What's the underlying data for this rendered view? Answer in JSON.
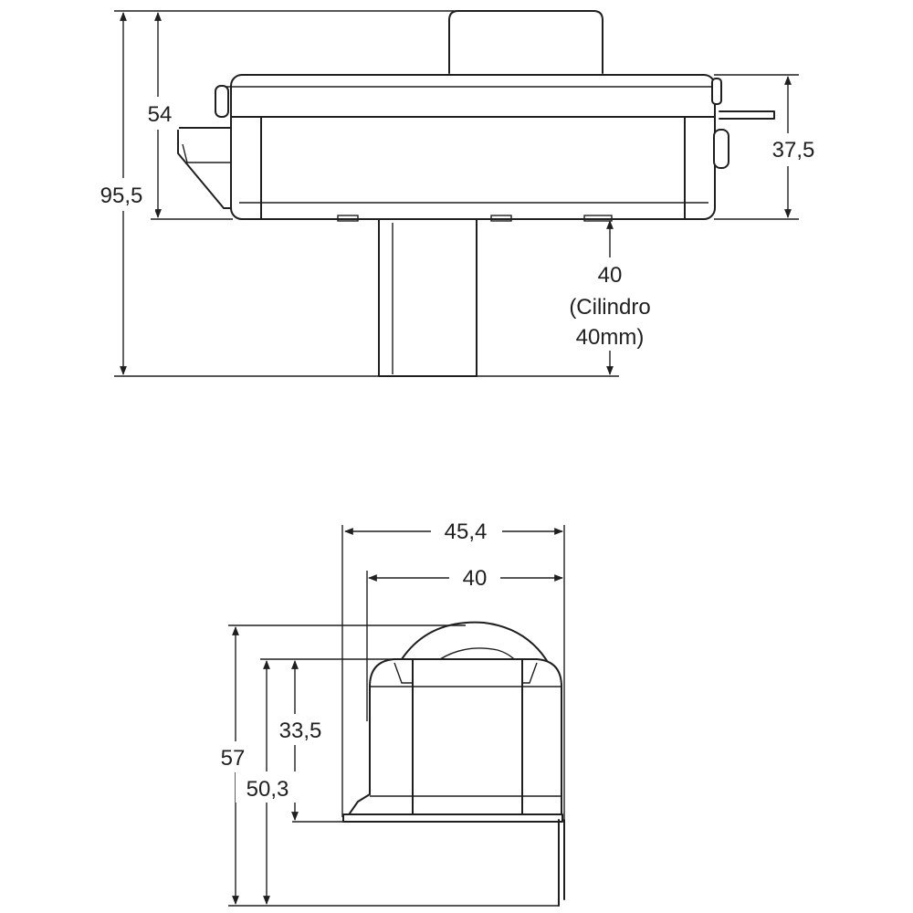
{
  "dimensions": {
    "top_view": {
      "height_54": "54",
      "height_95_5": "95,5",
      "height_37_5": "37,5",
      "cylinder_value": "40",
      "cylinder_note_line1": "(Cilindro",
      "cylinder_note_line2": "40mm)"
    },
    "bottom_view": {
      "width_45_4": "45,4",
      "width_40": "40",
      "height_57": "57",
      "height_50_3": "50,3",
      "height_33_5": "33,5"
    }
  },
  "colors": {
    "line": "#1f1f1f",
    "background": "#ffffff"
  }
}
